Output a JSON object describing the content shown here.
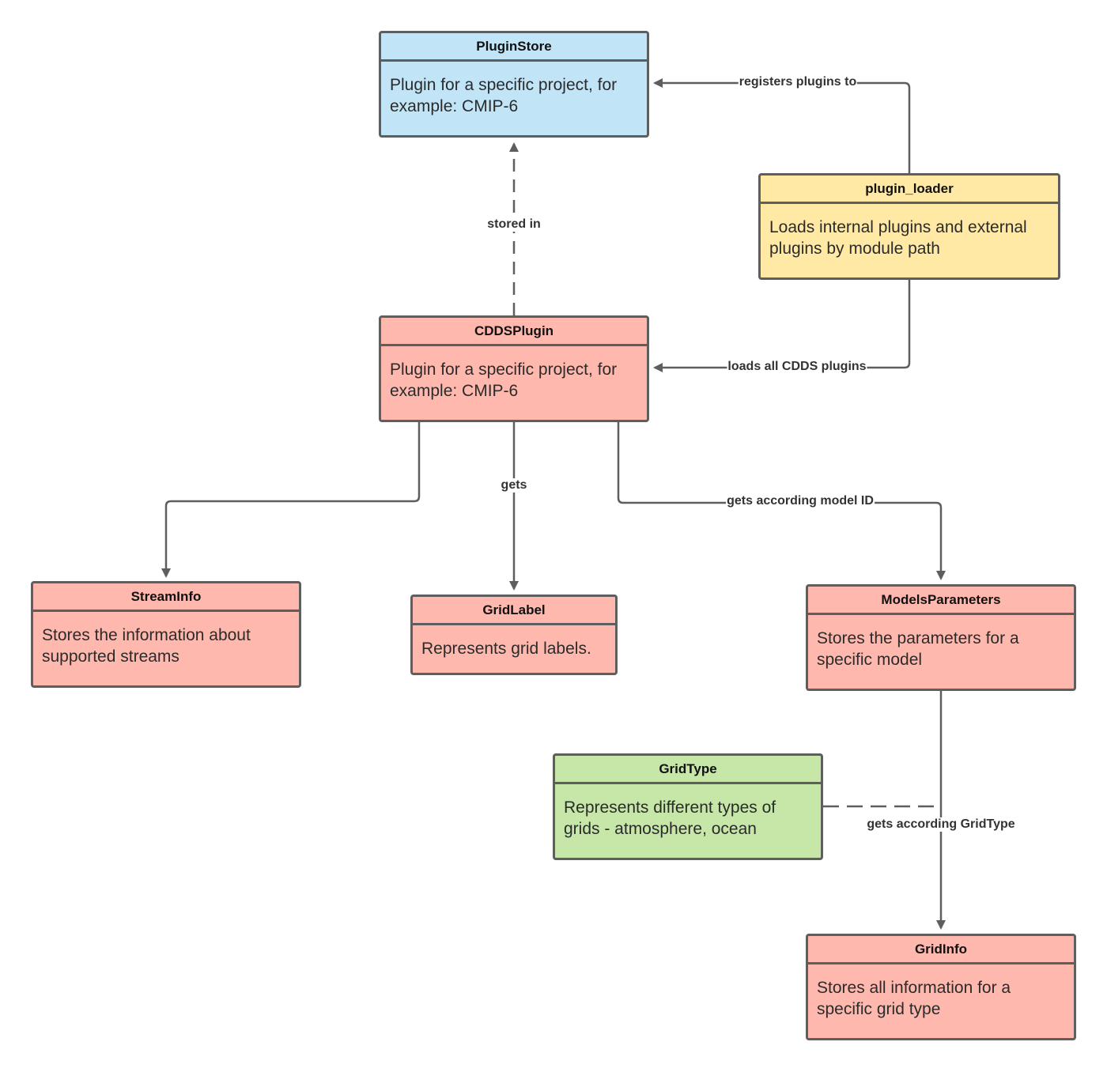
{
  "nodes": {
    "plugin_store": {
      "title": "PluginStore",
      "body": "Plugin for a specific project, for example: CMIP-6",
      "color": "#c1e4f7"
    },
    "plugin_loader": {
      "title": "plugin_loader",
      "body": "Loads internal plugins and external plugins by module path",
      "color": "#ffe9a4"
    },
    "cdds_plugin": {
      "title": "CDDSPlugin",
      "body": "Plugin for a specific project, for example: CMIP-6",
      "color": "#ffb8ad"
    },
    "stream_info": {
      "title": "StreamInfo",
      "body": "Stores the information about supported streams",
      "color": "#ffb8ad"
    },
    "grid_label": {
      "title": "GridLabel",
      "body": "Represents grid labels.",
      "color": "#ffb8ad"
    },
    "models_parameters": {
      "title": "ModelsParameters",
      "body": "Stores the parameters for a specific model",
      "color": "#ffb8ad"
    },
    "grid_type": {
      "title": "GridType",
      "body": "Represents different types of grids - atmosphere, ocean",
      "color": "#c6e7a8"
    },
    "grid_info": {
      "title": "GridInfo",
      "body": "Stores all information for a specific grid type",
      "color": "#ffb8ad"
    }
  },
  "edges": {
    "registers": {
      "from": "plugin_loader",
      "to": "plugin_store",
      "label": "registers plugins to",
      "style": "solid"
    },
    "stored_in": {
      "from": "cdds_plugin",
      "to": "plugin_store",
      "label": "stored in",
      "style": "dashed"
    },
    "loads": {
      "from": "plugin_loader",
      "to": "cdds_plugin",
      "label": "loads all CDDS plugins",
      "style": "solid"
    },
    "to_stream": {
      "from": "cdds_plugin",
      "to": "stream_info",
      "label": "",
      "style": "solid"
    },
    "gets": {
      "from": "cdds_plugin",
      "to": "grid_label",
      "label": "gets",
      "style": "solid"
    },
    "gets_model": {
      "from": "cdds_plugin",
      "to": "models_parameters",
      "label": "gets according model ID",
      "style": "solid"
    },
    "gets_gridtype": {
      "from": "models_parameters",
      "to": "grid_info",
      "label": "gets according GridType",
      "style": "solid"
    },
    "gridtype_link": {
      "from": "grid_type",
      "to": "gets_gridtype",
      "label": "",
      "style": "dashed"
    }
  },
  "line_color": "#5e5e5e"
}
